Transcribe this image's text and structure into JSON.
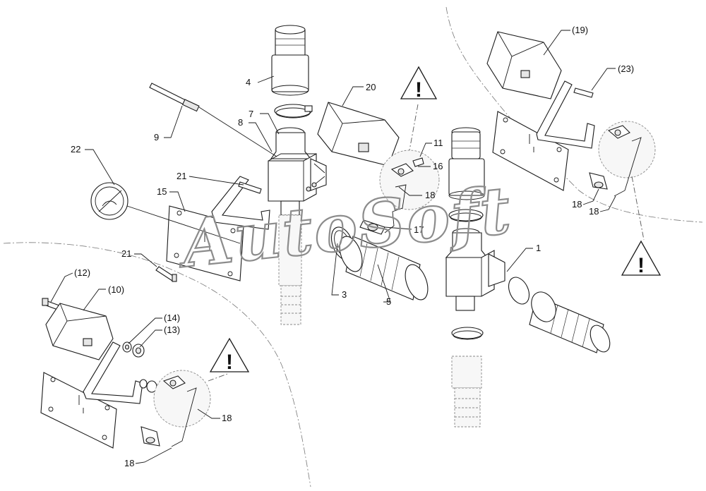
{
  "callouts": {
    "c1": "1",
    "c3": "3",
    "c4": "4",
    "c5": "5",
    "c7": "7",
    "c8": "8",
    "c9": "9",
    "c10": "(10)",
    "c11": "11",
    "c12": "(12)",
    "c13": "(13)",
    "c14": "(14)",
    "c15": "15",
    "c16": "16",
    "c17": "17",
    "c18a": "18",
    "c18b": "18",
    "c18c": "18",
    "c18d": "18",
    "c18e": "18",
    "c19": "(19)",
    "c20": "20",
    "c21a": "21",
    "c21b": "21",
    "c22": "22",
    "c23": "(23)"
  },
  "warnings": {
    "symbol": "!",
    "icon": "warning-triangle-icon"
  },
  "watermark": {
    "text": "AutoSoft"
  }
}
